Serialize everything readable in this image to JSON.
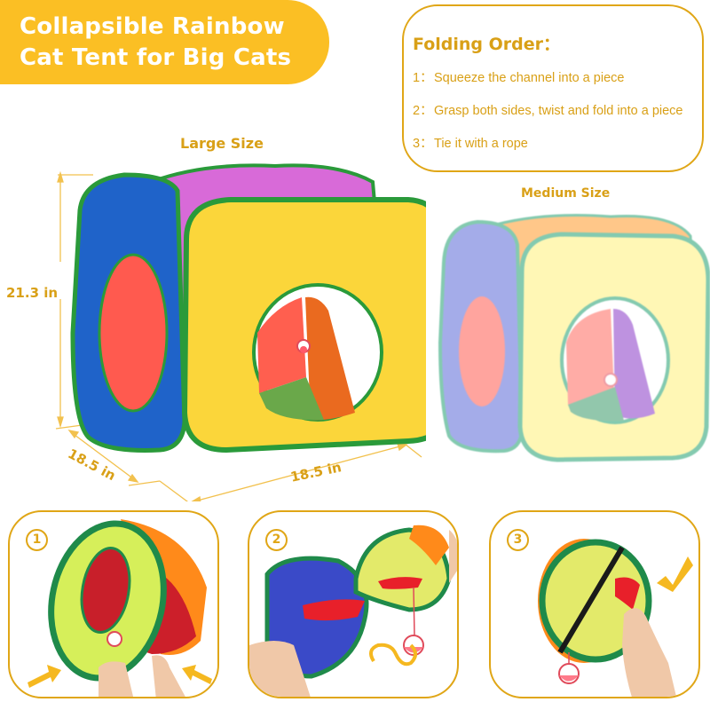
{
  "title": {
    "line1": "Collapsible Rainbow",
    "line2": "Cat Tent for Big Cats",
    "background": "#fbbf24"
  },
  "folding_order": {
    "heading": "Folding Order：",
    "steps": [
      {
        "num": "1：",
        "text": "Squeeze the channel into a piece"
      },
      {
        "num": "2：",
        "text": "Grasp both sides, twist and fold into a piece"
      },
      {
        "num": "3：",
        "text": "Tie it with a rope"
      }
    ],
    "accent": "#d9a017"
  },
  "large_tent": {
    "label": "Large Size",
    "height": "21.3 in",
    "depth": "18.5 in",
    "width": "18.5 in"
  },
  "medium_tent": {
    "label": "Medium Size"
  },
  "steps_panels": [
    {
      "badge": "1",
      "icon": "squeeze-arrows-icon"
    },
    {
      "badge": "2",
      "icon": "twist-loop-icon"
    },
    {
      "badge": "3",
      "icon": "checkmark-icon"
    }
  ]
}
